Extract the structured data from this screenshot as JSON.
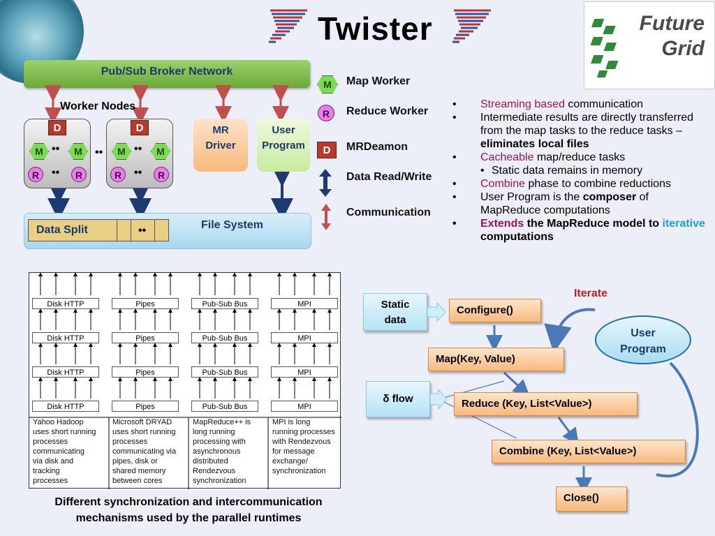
{
  "title": "Twister",
  "logo": {
    "line1": "Future",
    "line2": "Grid"
  },
  "architecture": {
    "broker": "Pub/Sub Broker Network",
    "worker_nodes": "Worker Nodes",
    "daemon_letter": "D",
    "map_letter": "M",
    "reduce_letter": "R",
    "dots": "••",
    "mr_driver": {
      "line1": "MR",
      "line2": "Driver"
    },
    "user_program": {
      "line1": "User",
      "line2": "Program"
    },
    "file_system": "File System",
    "data_split": "Data Split"
  },
  "legend": {
    "map_worker": "Map Worker",
    "reduce_worker": "Reduce Worker",
    "mrdeamon": "MRDeamon",
    "data_rw": "Data Read/Write",
    "communication": "Communication"
  },
  "bullets": {
    "b1_red": "Streaming based",
    "b1_rest": " communication",
    "b2_a": "Intermediate results are directly transferred from the map tasks to the reduce tasks – ",
    "b2_bold": "eliminates local files",
    "b3_red": "Cacheable",
    "b3_rest": " map/reduce tasks",
    "b3_sub": "Static data remains in memory",
    "b4_red": "Combine",
    "b4_rest": " phase to combine reductions",
    "b5_a": "User Program is the ",
    "b5_bold": "composer",
    "b5_b": " of MapReduce computations",
    "b6_red": "Extends",
    "b6_a": " the MapReduce model to ",
    "b6_cyan": "iterative",
    "b6_b": " computations"
  },
  "panel": {
    "columns": [
      {
        "label": "Disk HTTP",
        "desc": [
          "Yahoo Hadoop",
          "uses short running",
          "processes",
          "communicating",
          "via disk and",
          "tracking",
          "processes"
        ]
      },
      {
        "label": "Pipes",
        "desc": [
          "Microsoft DRYAD",
          "uses short running",
          "processes",
          "communicating via",
          "pipes, disk or",
          "shared memory",
          "between cores"
        ]
      },
      {
        "label": "Pub-Sub Bus",
        "desc": [
          "MapReduce++ is",
          "long running",
          "processing with",
          "asynchronous",
          "distributed",
          "Rendezvous",
          "synchronization"
        ]
      },
      {
        "label": "MPI",
        "desc": [
          "MPI is long",
          "running processes",
          "with Rendezvous",
          "for message",
          "exchange/",
          "synchronization"
        ]
      }
    ],
    "caption_line1": "Different synchronization and intercommunication",
    "caption_line2": "mechanisms used by the parallel runtimes"
  },
  "flow": {
    "iterate": "Iterate",
    "static_data": {
      "line1": "Static",
      "line2": "data"
    },
    "delta_flow": "δ flow",
    "configure": "Configure()",
    "map": "Map(Key, Value)",
    "reduce": "Reduce (Key, List<Value>)",
    "combine": "Combine (Key, List<Value>)",
    "close": "Close()",
    "user_program": {
      "line1": "User",
      "line2": "Program"
    }
  },
  "colors": {
    "red_accent": "#9b1550",
    "cyan_accent": "#1aa1d8",
    "broker_green": "#7fbf4f",
    "daemon_red": "#b83a2e"
  }
}
